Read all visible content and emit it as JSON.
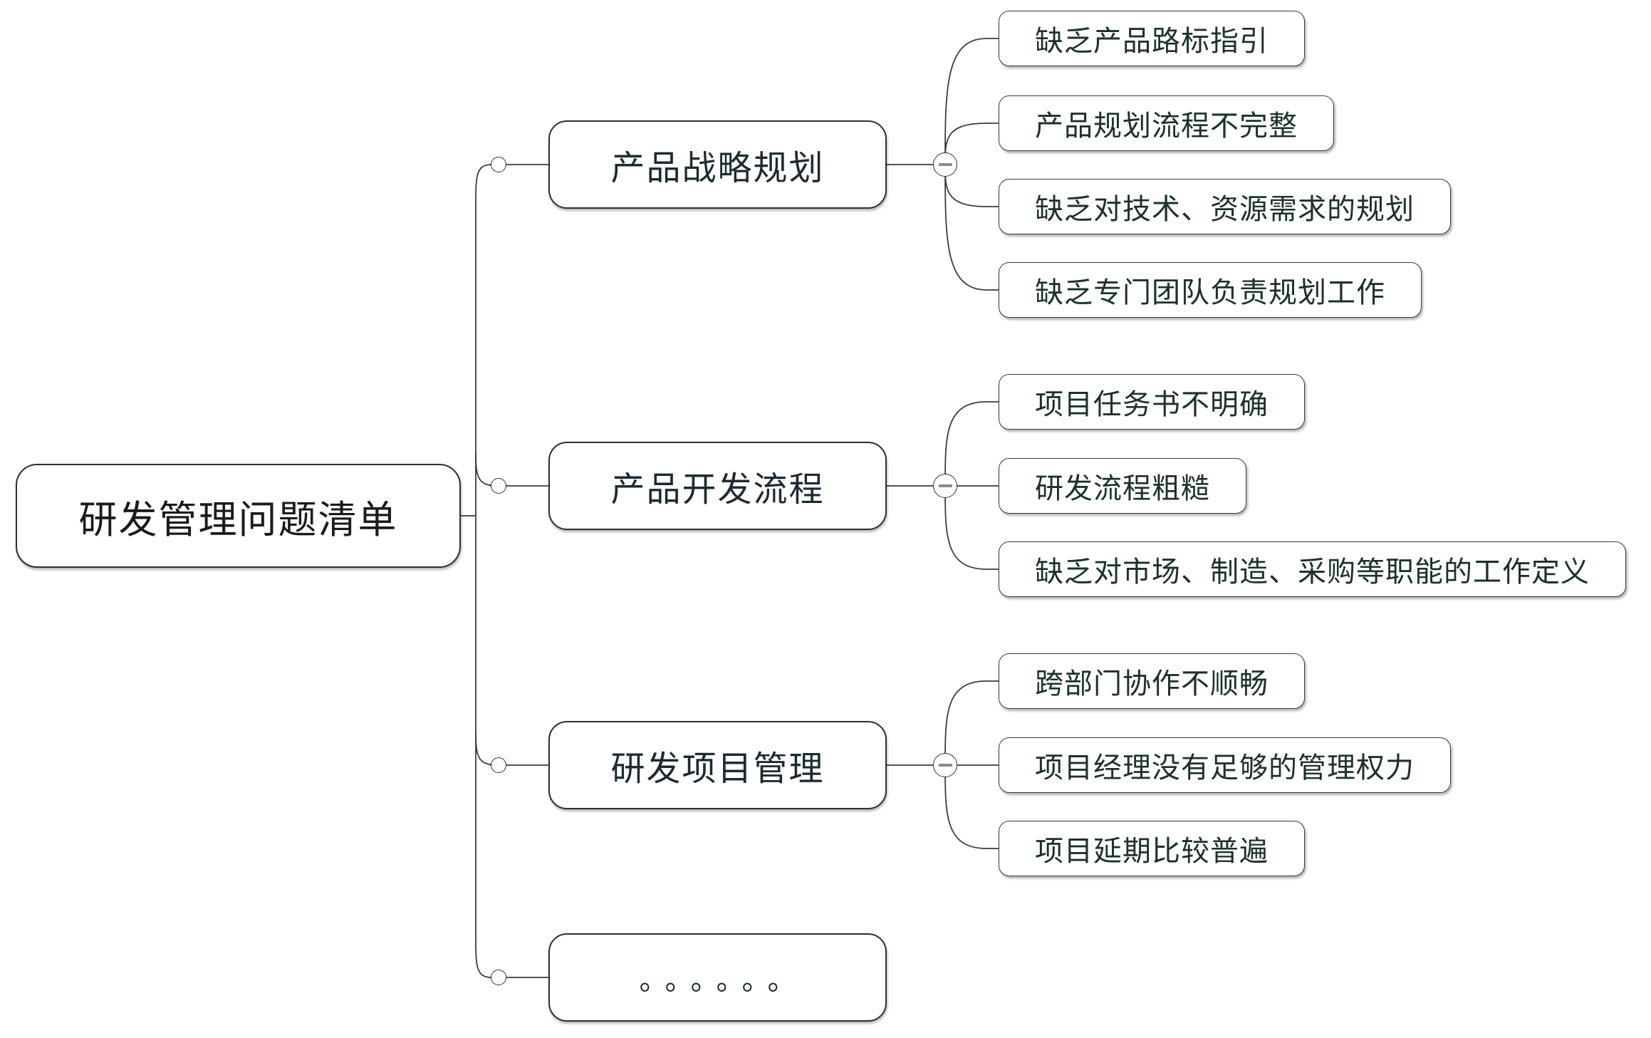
{
  "root": {
    "label": "研发管理问题清单"
  },
  "branches": [
    {
      "label": "产品战略规划",
      "collapsed": false,
      "children": [
        "缺乏产品路标指引",
        "产品规划流程不完整",
        "缺乏对技术、资源需求的规划",
        "缺乏专门团队负责规划工作"
      ]
    },
    {
      "label": "产品开发流程",
      "collapsed": false,
      "children": [
        "项目任务书不明确",
        "研发流程粗糙",
        "缺乏对市场、制造、采购等职能的工作定义"
      ]
    },
    {
      "label": "研发项目管理",
      "collapsed": false,
      "children": [
        "跨部门协作不顺畅",
        "项目经理没有足够的管理权力",
        "项目延期比较普遍"
      ]
    },
    {
      "label": "。。。。。。",
      "collapsed": false,
      "children": []
    }
  ],
  "colors": {
    "background": "#ffffff",
    "node_border": "#2f2f2f",
    "connector": "#3c3c3c",
    "root_text": "#1b1b1b",
    "branch_text": "#1c2b31",
    "child_text": "#1d312a",
    "minus_glyph": "#8a8a8a"
  }
}
